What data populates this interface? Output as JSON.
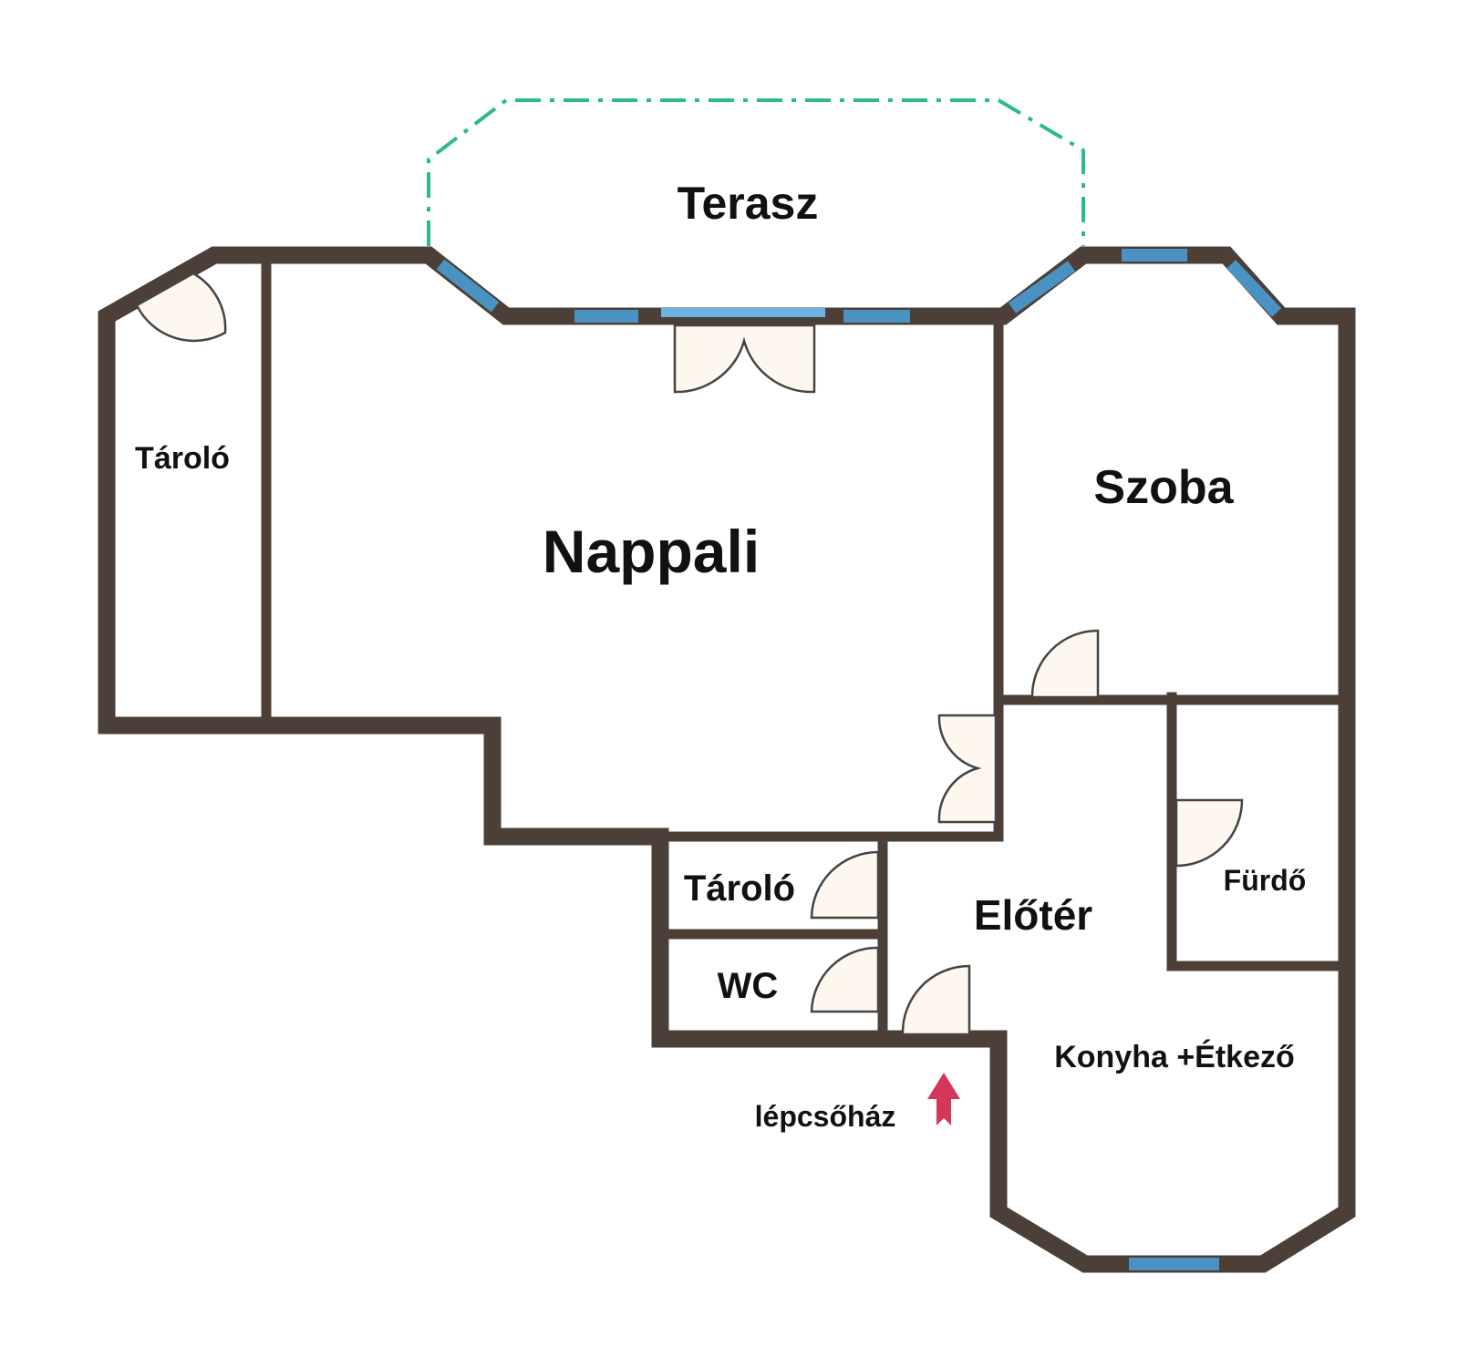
{
  "rooms": {
    "terasz": "Terasz",
    "taroló_left": "Tároló",
    "nappali": "Nappali",
    "szoba": "Szoba",
    "taroló_small": "Tároló",
    "wc": "WC",
    "eloter": "Előtér",
    "furdo": "Fürdő",
    "konyha": "Konyha +Étkező",
    "lepcsohaz": "lépcsőház"
  },
  "colors": {
    "wall": "#4b3f38",
    "window": "#4a92c2",
    "terrace": "#2bb893",
    "entrance_arrow": "#d6365a",
    "door_fill": "#fdf7f0"
  }
}
